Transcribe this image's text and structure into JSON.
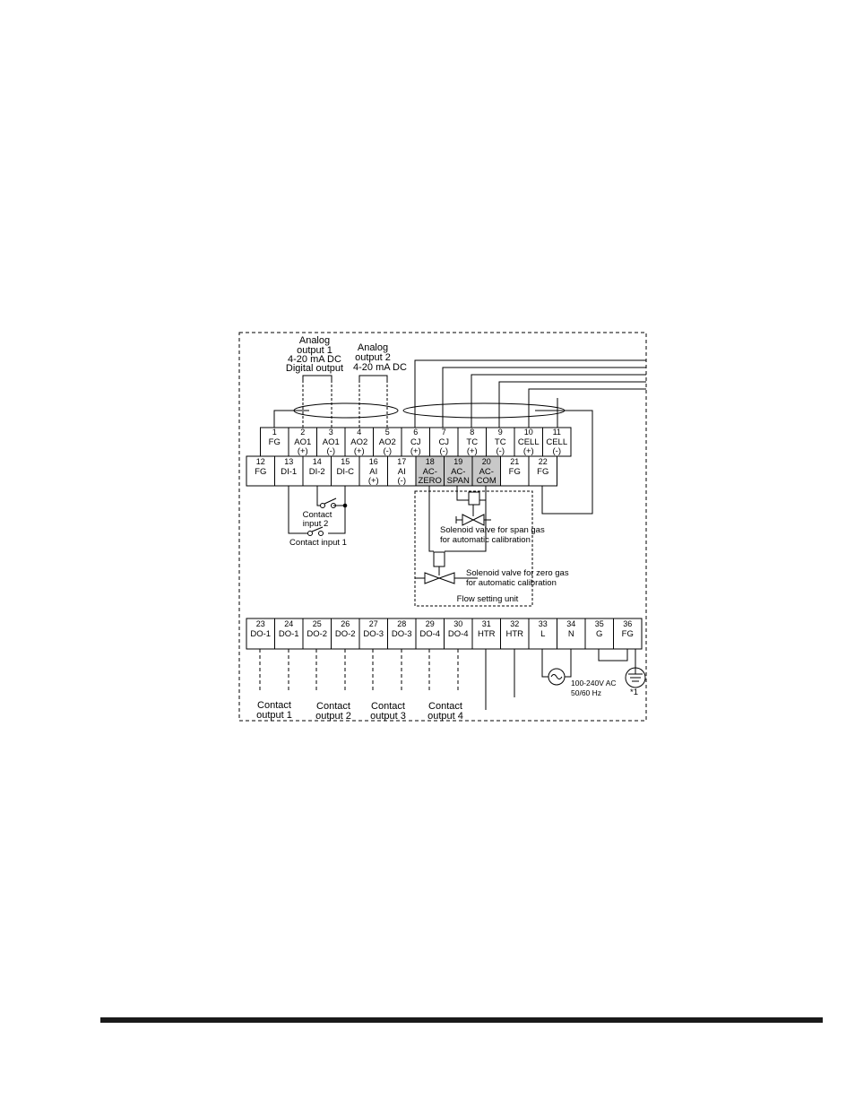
{
  "annotations": {
    "analog_output_1": [
      "Analog",
      "output 1",
      "4-20 mA DC",
      "Digital output"
    ],
    "analog_output_2": [
      "Analog",
      "output 2",
      "4-20 mA DC"
    ]
  },
  "terminals_row1": [
    {
      "num": "1",
      "label": [
        "FG"
      ],
      "shaded": false
    },
    {
      "num": "2",
      "label": [
        "AO1",
        "(+)"
      ],
      "shaded": false
    },
    {
      "num": "3",
      "label": [
        "AO1",
        "(-)"
      ],
      "shaded": false
    },
    {
      "num": "4",
      "label": [
        "AO2",
        "(+)"
      ],
      "shaded": false
    },
    {
      "num": "5",
      "label": [
        "AO2",
        "(-)"
      ],
      "shaded": false
    },
    {
      "num": "6",
      "label": [
        "CJ",
        "(+)"
      ],
      "shaded": false
    },
    {
      "num": "7",
      "label": [
        "CJ",
        "(-)"
      ],
      "shaded": false
    },
    {
      "num": "8",
      "label": [
        "TC",
        "(+)"
      ],
      "shaded": false
    },
    {
      "num": "9",
      "label": [
        "TC",
        "(-)"
      ],
      "shaded": false
    },
    {
      "num": "10",
      "label": [
        "CELL",
        "(+)"
      ],
      "shaded": false
    },
    {
      "num": "11",
      "label": [
        "CELL",
        "(-)"
      ],
      "shaded": false
    }
  ],
  "terminals_row2": [
    {
      "num": "12",
      "label": [
        "FG"
      ],
      "shaded": false
    },
    {
      "num": "13",
      "label": [
        "DI-1"
      ],
      "shaded": false
    },
    {
      "num": "14",
      "label": [
        "DI-2"
      ],
      "shaded": false
    },
    {
      "num": "15",
      "label": [
        "DI-C"
      ],
      "shaded": false
    },
    {
      "num": "16",
      "label": [
        "AI",
        "(+)"
      ],
      "shaded": false
    },
    {
      "num": "17",
      "label": [
        "AI",
        "(-)"
      ],
      "shaded": false
    },
    {
      "num": "18",
      "label": [
        "AC-",
        "ZERO"
      ],
      "shaded": true
    },
    {
      "num": "19",
      "label": [
        "AC-",
        "SPAN"
      ],
      "shaded": true
    },
    {
      "num": "20",
      "label": [
        "AC-",
        "COM"
      ],
      "shaded": true
    },
    {
      "num": "21",
      "label": [
        "FG"
      ],
      "shaded": false
    },
    {
      "num": "22",
      "label": [
        "FG"
      ],
      "shaded": false
    }
  ],
  "terminals_row3": [
    {
      "num": "23",
      "label": [
        "DO-1"
      ]
    },
    {
      "num": "24",
      "label": [
        "DO-1"
      ]
    },
    {
      "num": "25",
      "label": [
        "DO-2"
      ]
    },
    {
      "num": "26",
      "label": [
        "DO-2"
      ]
    },
    {
      "num": "27",
      "label": [
        "DO-3"
      ]
    },
    {
      "num": "28",
      "label": [
        "DO-3"
      ]
    },
    {
      "num": "29",
      "label": [
        "DO-4"
      ]
    },
    {
      "num": "30",
      "label": [
        "DO-4"
      ]
    },
    {
      "num": "31",
      "label": [
        "HTR"
      ]
    },
    {
      "num": "32",
      "label": [
        "HTR"
      ]
    },
    {
      "num": "33",
      "label": [
        "L"
      ]
    },
    {
      "num": "34",
      "label": [
        "N"
      ]
    },
    {
      "num": "35",
      "label": [
        "G"
      ]
    },
    {
      "num": "36",
      "label": [
        "FG"
      ]
    }
  ],
  "contact_inputs": {
    "input2": [
      "Contact",
      "input 2"
    ],
    "input1": "Contact input 1"
  },
  "flow_unit": {
    "span_valve": [
      "Solenoid valve for span gas",
      "for automatic calibration"
    ],
    "zero_valve": [
      "Solenoid valve for zero gas",
      "for automatic calibration"
    ],
    "title": "Flow setting unit"
  },
  "contact_outputs": [
    [
      "Contact",
      "output 1"
    ],
    [
      "Contact",
      "output 2"
    ],
    [
      "Contact",
      "output 3"
    ],
    [
      "Contact",
      "output 4"
    ]
  ],
  "power": {
    "supply": [
      "100-240V AC",
      "50/60 Hz"
    ],
    "note": "*1"
  }
}
